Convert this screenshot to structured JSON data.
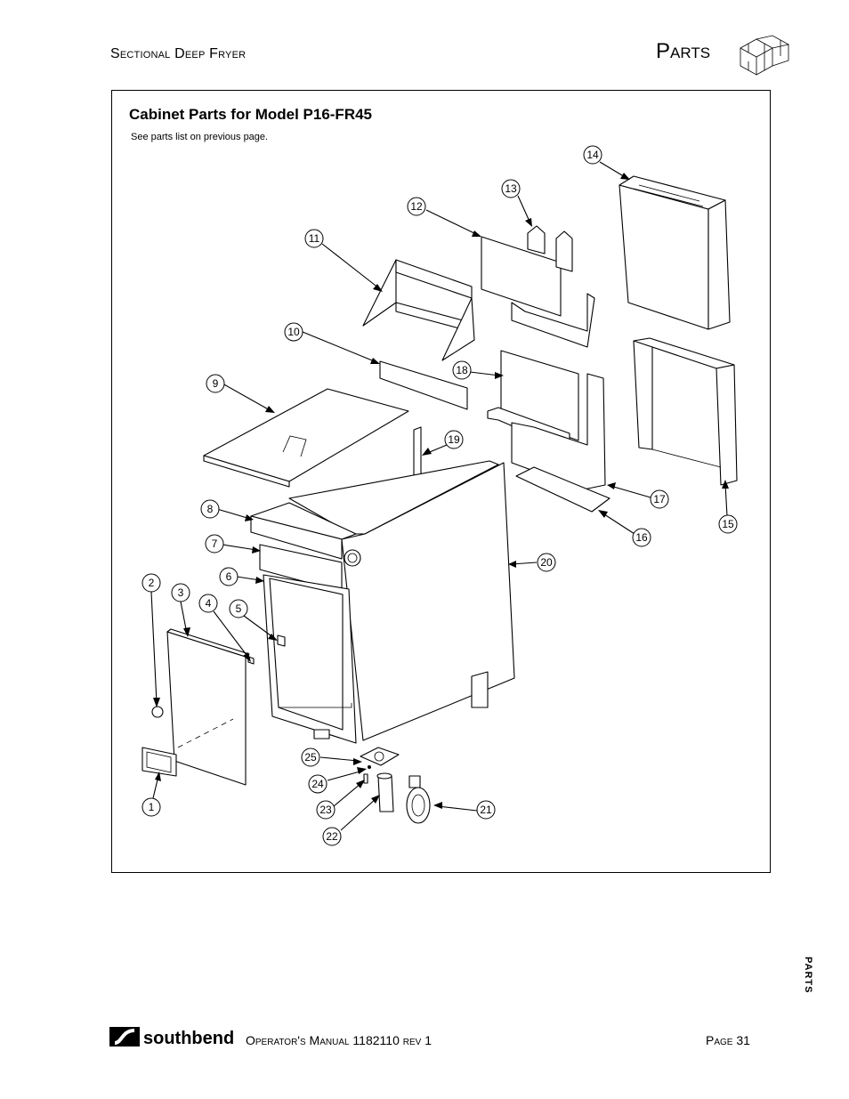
{
  "header": {
    "section": "Sectional Deep Fryer",
    "chapter": "Parts",
    "icon": "boxes-icon"
  },
  "figure": {
    "title": "Cabinet Parts for Model P16-FR45",
    "note": "See parts list on previous page.",
    "callouts": [
      "1",
      "2",
      "3",
      "4",
      "5",
      "6",
      "7",
      "8",
      "9",
      "10",
      "11",
      "12",
      "13",
      "14",
      "15",
      "16",
      "17",
      "18",
      "19",
      "20",
      "21",
      "22",
      "23",
      "24",
      "25"
    ]
  },
  "side_tab": "PARTS",
  "footer": {
    "brand": "southbend",
    "manual": "Operator's Manual 1182110 rev 1",
    "page": "Page 31"
  }
}
